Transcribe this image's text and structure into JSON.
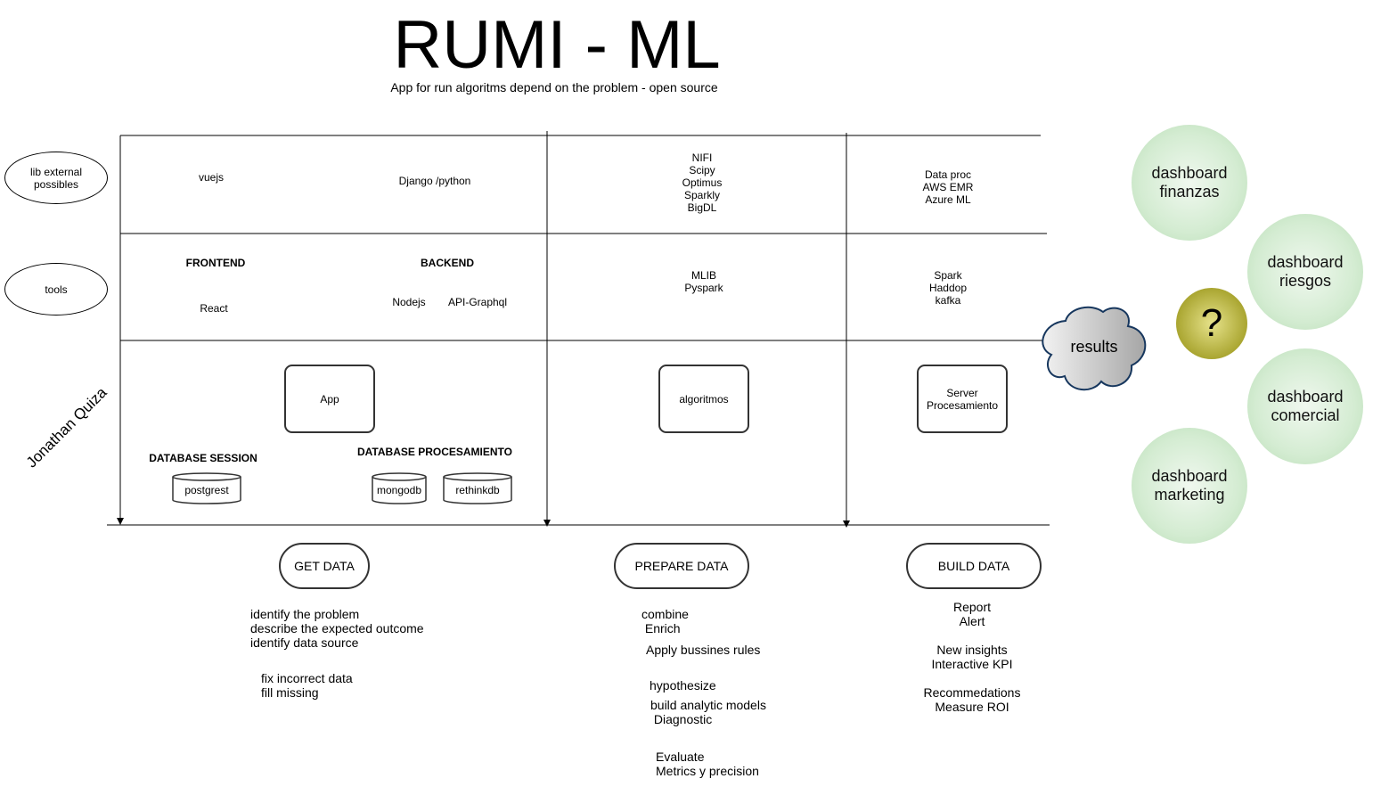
{
  "header": {
    "title": "RUMI - ML",
    "subtitle": "App for run algoritms depend on the problem - open source"
  },
  "rows": {
    "lib_external": "lib external\npossibles",
    "tools": "tools"
  },
  "author": "Jonathan Quiza",
  "lib_external": {
    "vuejs": "vuejs",
    "django": "Django /python",
    "prepare": "NIFI\nScipy\nOptimus\nSparkly\nBigDL",
    "build": "Data proc\nAWS EMR\nAzure ML"
  },
  "tools": {
    "frontend_heading": "FRONTEND",
    "frontend_tool": "React",
    "backend_heading": "BACKEND",
    "backend_tool_1": "Nodejs",
    "backend_tool_2": "API-Graphql",
    "prepare": "MLIB\nPyspark",
    "build": "Spark\nHaddop\nkafka"
  },
  "components": {
    "app": "App",
    "algoritmos": "algoritmos",
    "server": "Server\nProcesamiento",
    "db_session_heading": "DATABASE SESSION",
    "db_session": "postgrest",
    "db_proc_heading": "DATABASE PROCESAMIENTO",
    "db_proc_1": "mongodb",
    "db_proc_2": "rethinkdb"
  },
  "stages": {
    "get": "GET DATA",
    "prepare": "PREPARE DATA",
    "build": "BUILD DATA"
  },
  "notes": {
    "get_1": "identify the problem\ndescribe the expected outcome\nidentify data source",
    "get_2": "fix incorrect data\nfill missing",
    "prepare_1": "combine\n Enrich",
    "prepare_2": "Apply bussines rules",
    "prepare_3": "hypothesize",
    "prepare_4": "build analytic models\n Diagnostic",
    "prepare_5": "Evaluate\nMetrics y precision",
    "build_1": "Report\nAlert",
    "build_2": "New insights\nInteractive KPI",
    "build_3": "Recommedations\nMeasure ROI"
  },
  "results": "results",
  "question": "?",
  "dashboards": {
    "finanzas": "dashboard\nfinanzas",
    "riesgos": "dashboard\nriesgos",
    "comercial": "dashboard\ncomercial",
    "marketing": "dashboard\nmarketing"
  },
  "colors": {
    "dashboard_fill": "#d4ecd2",
    "question_fill": "#b8b43a",
    "cloud_fill": "#d9d9d9",
    "cloud_stroke": "#17375e"
  }
}
